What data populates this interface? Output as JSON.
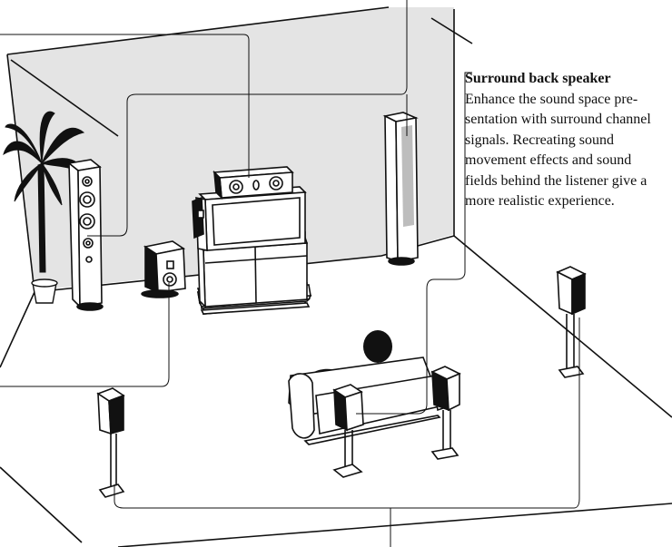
{
  "callout": {
    "title": "Surround back speaker",
    "lines": [
      "Enhance the sound space pre-",
      "sentation with surround channel",
      "signals. Recreating sound",
      "movement effects and sound",
      "fields behind the listener give a",
      "more realistic experience."
    ]
  },
  "colors": {
    "line": "#111111",
    "back_wall": "#e6e6e6",
    "floor": "#ffffff",
    "speaker": "#ffffff",
    "shadow": "#111111",
    "plant": "#111111"
  },
  "scene": {
    "items": [
      "palm-plant",
      "front-left-speaker",
      "subwoofer",
      "center-speaker",
      "television",
      "tv-stand",
      "front-right-speaker",
      "surround-back-speakers",
      "surround-left-speaker",
      "surround-right-speaker",
      "listener",
      "sofa"
    ]
  }
}
